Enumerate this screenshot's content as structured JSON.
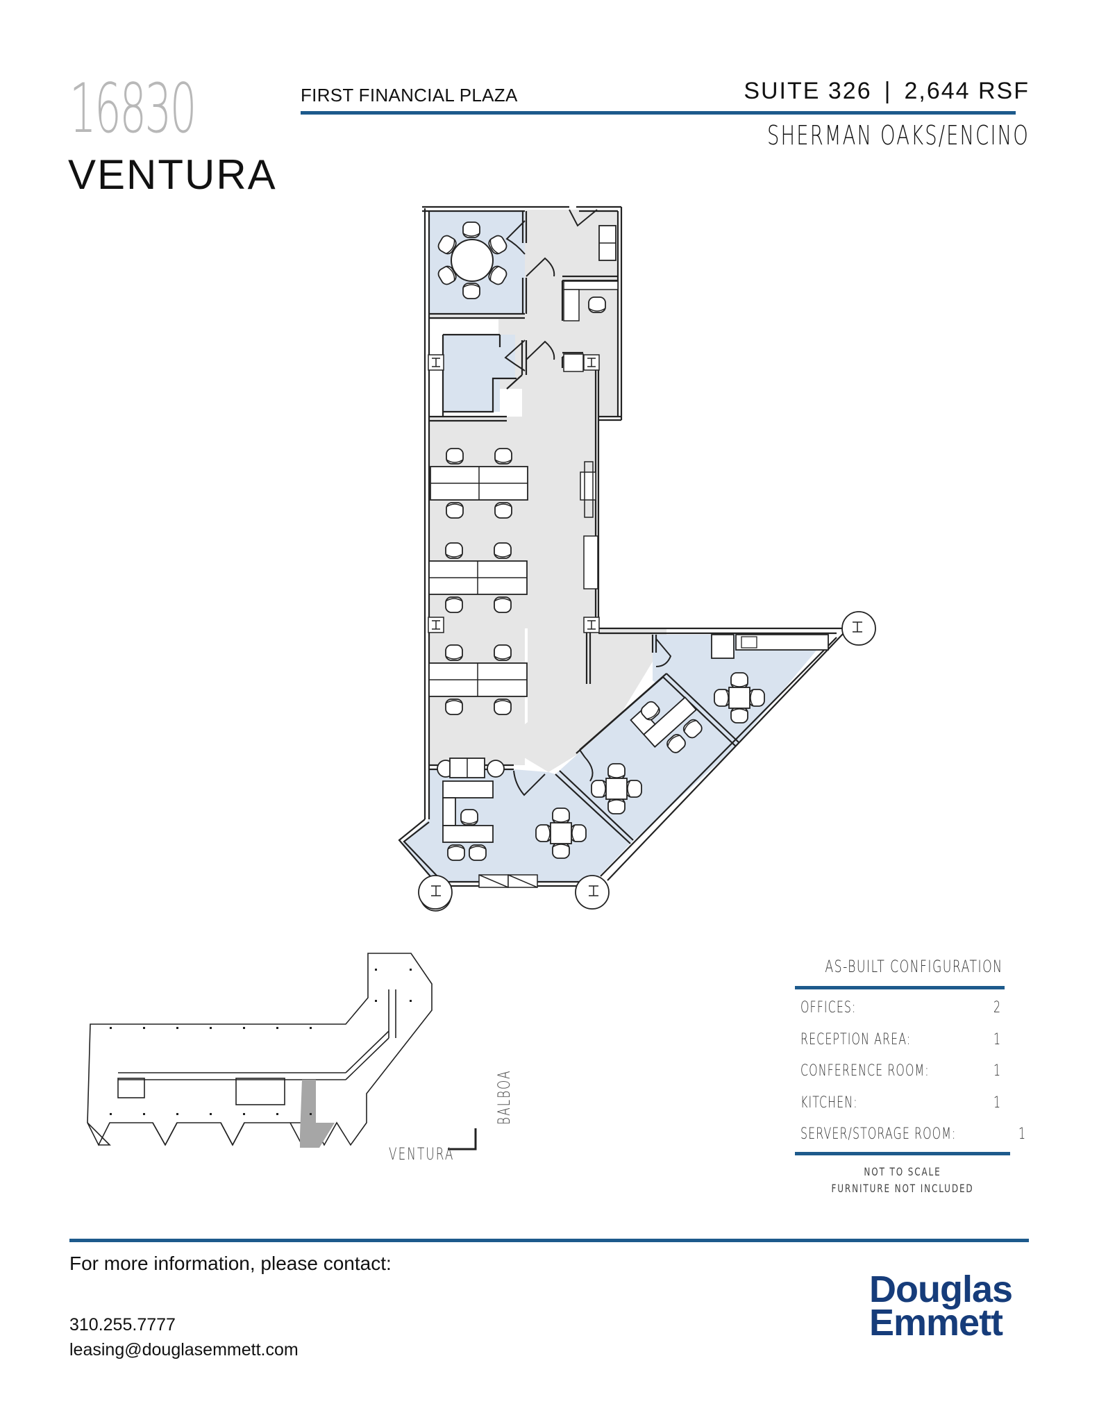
{
  "header": {
    "building_number": "16830",
    "street_name": "VENTURA",
    "building_name": "FIRST FINANCIAL PLAZA",
    "suite_label": "SUITE 326",
    "separator": "|",
    "area_label": "2,644 RSF",
    "submarket": "SHERMAN OAKS/ENCINO"
  },
  "floor_plan": {
    "fill_colors": {
      "private_room": "#d9e3ef",
      "open_area": "#e6e6e6",
      "wall": "#222222"
    },
    "rooms": [
      {
        "name": "conference-room",
        "type": "private"
      },
      {
        "name": "server-storage-room",
        "type": "private"
      },
      {
        "name": "reception-area",
        "type": "open"
      },
      {
        "name": "open-workspace",
        "type": "open"
      },
      {
        "name": "kitchen",
        "type": "private"
      },
      {
        "name": "office-1",
        "type": "private"
      },
      {
        "name": "office-2",
        "type": "private"
      },
      {
        "name": "office-corner",
        "type": "private"
      }
    ]
  },
  "key_plan": {
    "street_bottom": "VENTURA",
    "street_right": "BALBOA",
    "highlight_color": "#a6a6a6"
  },
  "config": {
    "title": "AS-BUILT CONFIGURATION",
    "rows": [
      {
        "label": "OFFICES:",
        "value": "2"
      },
      {
        "label": "RECEPTION AREA:",
        "value": "1"
      },
      {
        "label": "CONFERENCE ROOM:",
        "value": "1"
      },
      {
        "label": "KITCHEN:",
        "value": "1"
      },
      {
        "label": "SERVER/STORAGE ROOM:",
        "value": "1"
      }
    ],
    "note_1": "NOT TO SCALE",
    "note_2": "FURNITURE NOT INCLUDED"
  },
  "footer": {
    "contact_heading": "For more information, please contact:",
    "phone": "310.255.7777",
    "email": "leasing@douglasemmett.com",
    "logo_line_1": "Douglas",
    "logo_line_2": "Emmett"
  },
  "colors": {
    "accent_rule": "#1d5a8c",
    "logo": "#163c7a",
    "building_number": "#b8b8b8"
  }
}
